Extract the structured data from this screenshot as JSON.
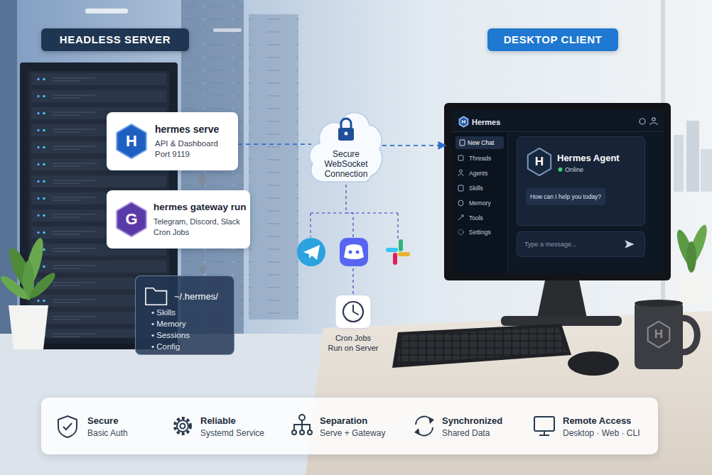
{
  "diagram": {
    "nodes": [
      {
        "text": [
          "HEADLESS SERVER"
        ]
      },
      {
        "text": [
          "hermes serve",
          "API & Dashboard Port 9119"
        ]
      },
      {
        "text": [
          "H"
        ],
        "in": 1
      },
      {
        "text": [
          "hermes gateway run",
          "Telegram, Discord, Slack Cron Jobs"
        ]
      },
      {
        "text": [
          "G"
        ],
        "in": 3
      },
      {
        "text": [
          "~/.hermes/",
          "• Skills",
          "• Memory",
          "• Sessions",
          "• Config"
        ]
      },
      {
        "text": [
          "Secure WebSocket Connection"
        ]
      },
      {
        "text": [
          "Cron Jobs Run on Server"
        ]
      },
      {
        "text": [
          "DESKTOP CLIENT"
        ]
      },
      {
        "text": [
          "Hermes"
        ]
      },
      {
        "text": [
          "H"
        ],
        "in": 9
      },
      {
        "text": [
          "New Chat"
        ],
        "in": 9
      },
      {
        "text": [
          "Hermes Agent",
          "Online"
        ],
        "in": 9
      },
      {
        "text": [
          "H"
        ],
        "in": 12
      },
      {
        "text": [
          "How can I help you today?"
        ],
        "in": 12
      },
      {
        "text": [
          "Type a message..."
        ],
        "in": 9
      },
      {
        "text": [
          "H"
        ]
      },
      {
        "text": [
          "Secure",
          "Basic Auth",
          "Reliable",
          "Systemd Service",
          "Separation",
          "Serve + Gateway",
          "Synchronized",
          "Shared Data",
          "Remote Access",
          "Desktop · Web · CLI"
        ]
      }
    ],
    "edges": [
      {
        "from": 1,
        "to": 6,
        "arrow": "none"
      },
      {
        "from": 6,
        "to": 9,
        "arrow": "to"
      },
      {
        "from": 1,
        "to": 3,
        "arrow": "both"
      },
      {
        "from": 3,
        "to": 5,
        "arrow": "to"
      },
      {
        "from": 6,
        "to": 7,
        "arrow": "none"
      }
    ],
    "labels": [
      "Threads",
      "Agents",
      "Skills",
      "Memory",
      "Tools",
      "Settings"
    ]
  }
}
